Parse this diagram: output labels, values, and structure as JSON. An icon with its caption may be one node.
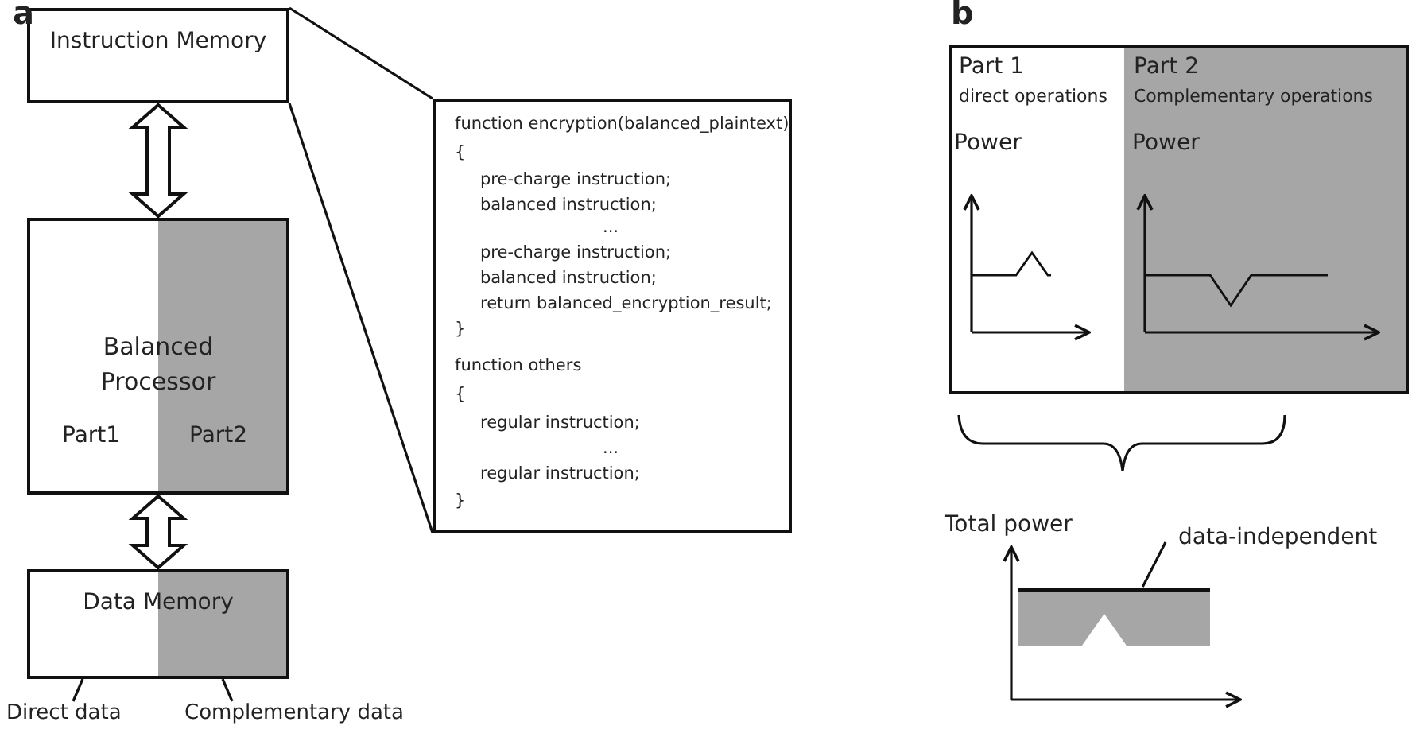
{
  "diagram": {
    "nodes": [
      {
        "text": [
          "Instruction Memory"
        ]
      },
      {
        "text": [
          "function encryption(balanced_plaintext)",
          "{",
          "pre-charge instruction;",
          "balanced instruction;",
          "...",
          "pre-charge instruction;",
          "balanced instruction;",
          "return balanced_encryption_result;",
          "}",
          "function others",
          "{",
          "regular instruction;",
          "...",
          "regular instruction;",
          "}"
        ]
      },
      {
        "text": [
          "Balanced Processor",
          "Part1",
          "Part2"
        ]
      },
      {
        "text": [
          "Data Memory"
        ]
      },
      {
        "text": [
          "Direct data"
        ]
      },
      {
        "text": [
          "Complementary data"
        ]
      },
      {
        "text": [],
        "shape": "box"
      },
      {
        "text": [
          "Part 1",
          "direct operations"
        ],
        "in": 6
      },
      {
        "text": [
          "Part 2",
          "Complementary operations"
        ],
        "in": 6
      },
      {
        "text": [
          "data-independent"
        ]
      },
      {
        "text": [],
        "shape": "picture"
      }
    ],
    "edges": [
      {
        "from": 0,
        "to": 2,
        "arrow": "both"
      },
      {
        "from": 2,
        "to": 3,
        "arrow": "both"
      },
      {
        "from": 0,
        "to": 1,
        "arrow": "none"
      },
      {
        "from": 0,
        "to": 1,
        "arrow": "none"
      },
      {
        "from": 4,
        "to": 3,
        "arrow": "none"
      },
      {
        "from": 5,
        "to": 3,
        "arrow": "none"
      },
      {
        "from": 9,
        "to": 10,
        "arrow": "none"
      }
    ],
    "labels": [
      "a",
      "b",
      "Power",
      "Power",
      "Total power"
    ]
  }
}
